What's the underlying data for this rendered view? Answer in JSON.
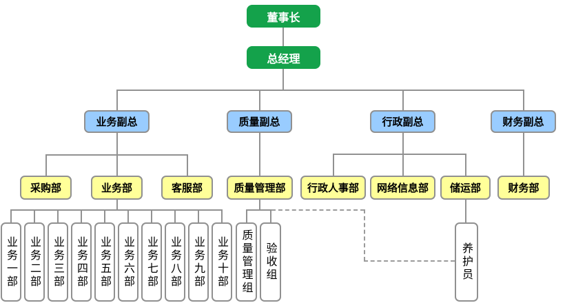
{
  "org": {
    "executives": [
      {
        "label": "董事长"
      },
      {
        "label": "总经理"
      }
    ],
    "vps": [
      {
        "label": "业务副总"
      },
      {
        "label": "质量副总"
      },
      {
        "label": "行政副总"
      },
      {
        "label": "财务副总"
      }
    ],
    "departments": [
      {
        "label": "采购部"
      },
      {
        "label": "业务部"
      },
      {
        "label": "客服部"
      },
      {
        "label": "质量管理部"
      },
      {
        "label": "行政人事部"
      },
      {
        "label": "网络信息部"
      },
      {
        "label": "储运部"
      },
      {
        "label": "财务部"
      }
    ],
    "teams": [
      {
        "label": "业务一部"
      },
      {
        "label": "业务二部"
      },
      {
        "label": "业务三部"
      },
      {
        "label": "业务四部"
      },
      {
        "label": "业务五部"
      },
      {
        "label": "业务六部"
      },
      {
        "label": "业务七部"
      },
      {
        "label": "业务八部"
      },
      {
        "label": "业务九部"
      },
      {
        "label": "业务十部"
      },
      {
        "label": "质量管理组"
      },
      {
        "label": "验收组"
      },
      {
        "label": "养护员"
      }
    ]
  },
  "colors": {
    "executive_bg": "#14a24b",
    "executive_text": "#ffffff",
    "vp_bg": "#99ccff",
    "department_bg": "#ffff99",
    "team_bg": "#ffffff",
    "box_border": "#909090",
    "connector": "#919191",
    "dashed_connector": "#9a9a9a"
  }
}
